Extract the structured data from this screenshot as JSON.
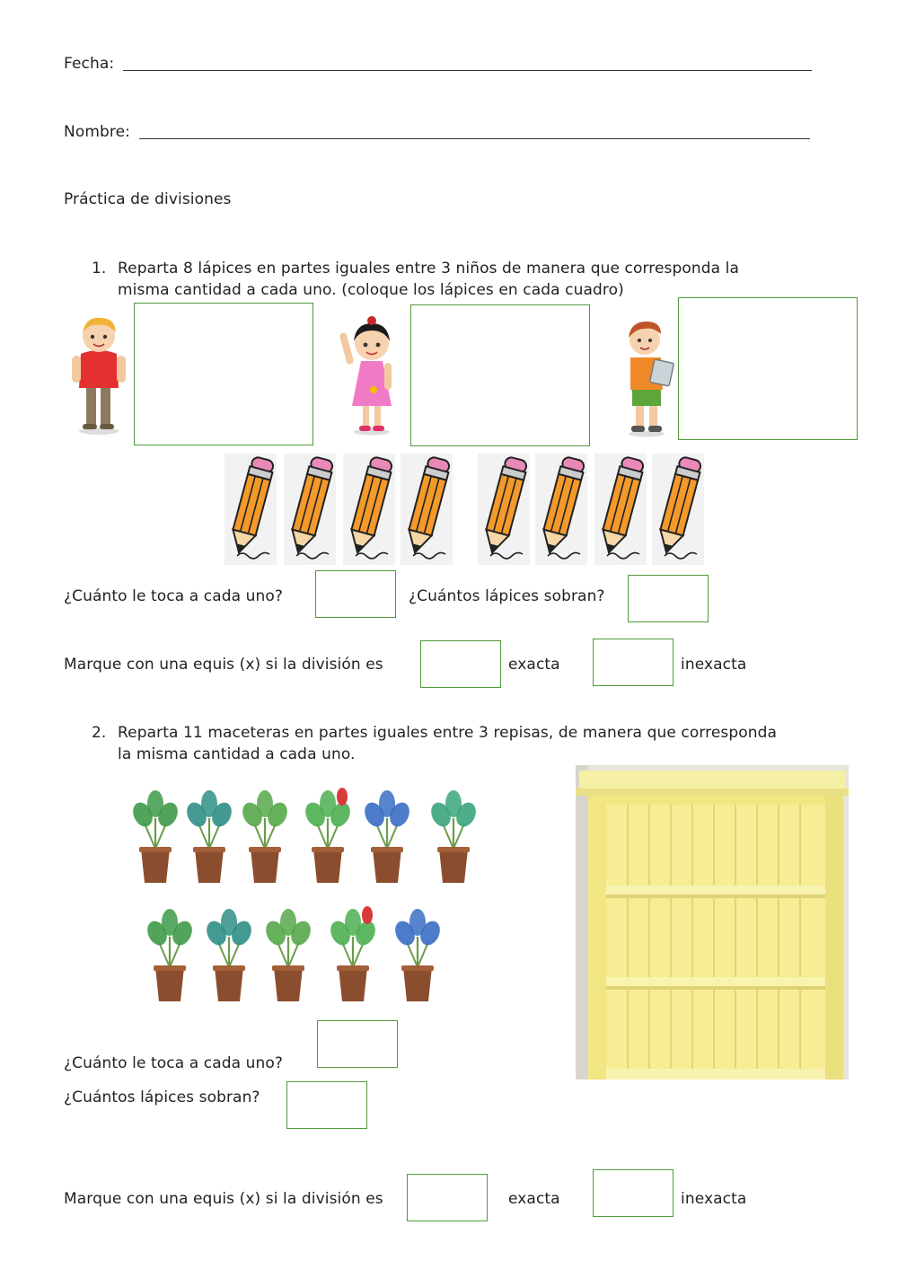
{
  "header": {
    "date_label": "Fecha:",
    "name_label": "Nombre:",
    "title": "Práctica de divisiones"
  },
  "q1": {
    "number": "1.",
    "text_line1": "Reparta 8 lápices en partes iguales entre 3 niños de manera que corresponda la",
    "text_line2": "misma cantidad a cada uno. (coloque los lápices en cada cuadro)",
    "children": [
      "boy-red-shirt",
      "girl-pink-dress",
      "boy-orange-shirt"
    ],
    "pencil_count": 8,
    "each_question": "¿Cuánto le toca a cada uno?",
    "left_question": "¿Cuántos lápices sobran?",
    "mark_text": "Marque con una equis (x) si la división es",
    "exact_label": "exacta",
    "inexact_label": "inexacta"
  },
  "q2": {
    "number": "2.",
    "text_line1": "Reparta 11 maceteras en partes iguales entre 3 repisas, de manera que corresponda",
    "text_line2": "la misma cantidad a cada uno.",
    "pot_count": 11,
    "each_question": "¿Cuánto le toca a cada uno?",
    "left_question": "¿Cuántos lápices sobran?",
    "mark_text": "Marque con una equis (x) si la división es",
    "exact_label": "exacta",
    "inexact_label": "inexacta"
  },
  "colors": {
    "box_border": "#4e9a3a",
    "pencil_body": "#f39a2b",
    "eraser": "#e889b8",
    "shelf": "#f3ea86"
  }
}
